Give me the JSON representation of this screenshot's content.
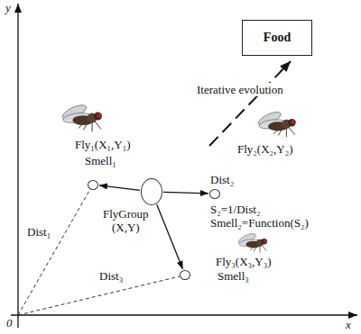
{
  "diagram": {
    "nodes": [
      {
        "text": [
          "Food"
        ]
      },
      {
        "text": [
          "Fly₁(X₁,Y₁)",
          "Smell₁"
        ]
      },
      {
        "text": [
          "FlyGroup (X,Y)"
        ]
      },
      {
        "text": [
          "Fly₂(X₂,Y₂)",
          "Dist₂",
          "S₂=1/Dist₂",
          "Smell₂=Function(S₂)"
        ]
      },
      {
        "text": [
          "Fly₃(X₃,Y₃)",
          "Smell₃"
        ]
      }
    ],
    "edges": [
      {
        "from": 2,
        "to": 1,
        "arrow": "to"
      },
      {
        "from": 2,
        "to": 3,
        "arrow": "to"
      },
      {
        "from": 2,
        "to": 4,
        "arrow": "to"
      }
    ],
    "labels": [
      "y",
      "x",
      "0",
      "Iterative evolution",
      "Dist₁",
      "Dist₃"
    ]
  }
}
